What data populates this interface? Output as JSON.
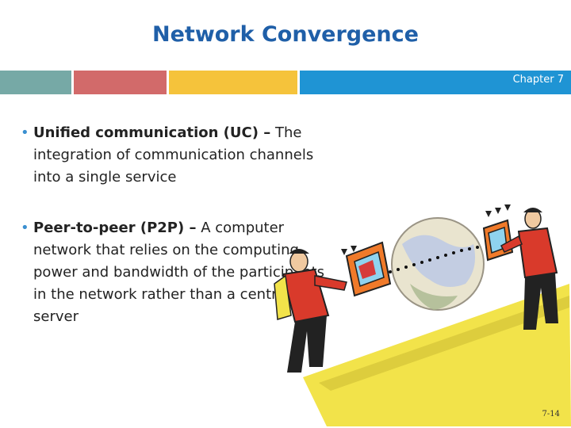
{
  "slide": {
    "title": "Network Convergence",
    "chapter": "Chapter 7",
    "page_number": "7-14"
  },
  "bullets": [
    {
      "term": "Unified communication (UC) –",
      "definition": "The integration of communication channels into a single service"
    },
    {
      "term": "Peer-to-peer (P2P) –",
      "definition": "A computer network that relies on the computing power and bandwidth of the participants in the network rather than a centralized server"
    }
  ],
  "colors": {
    "title": "#1f5fa8",
    "bar_teal": "#76a9a6",
    "bar_red": "#d26a6a",
    "bar_yellow": "#f5c33b",
    "bar_blue": "#1f94d4",
    "bullet": "#3a8fd0"
  },
  "illustration": {
    "icon": "p2p-people-clipart-icon"
  }
}
